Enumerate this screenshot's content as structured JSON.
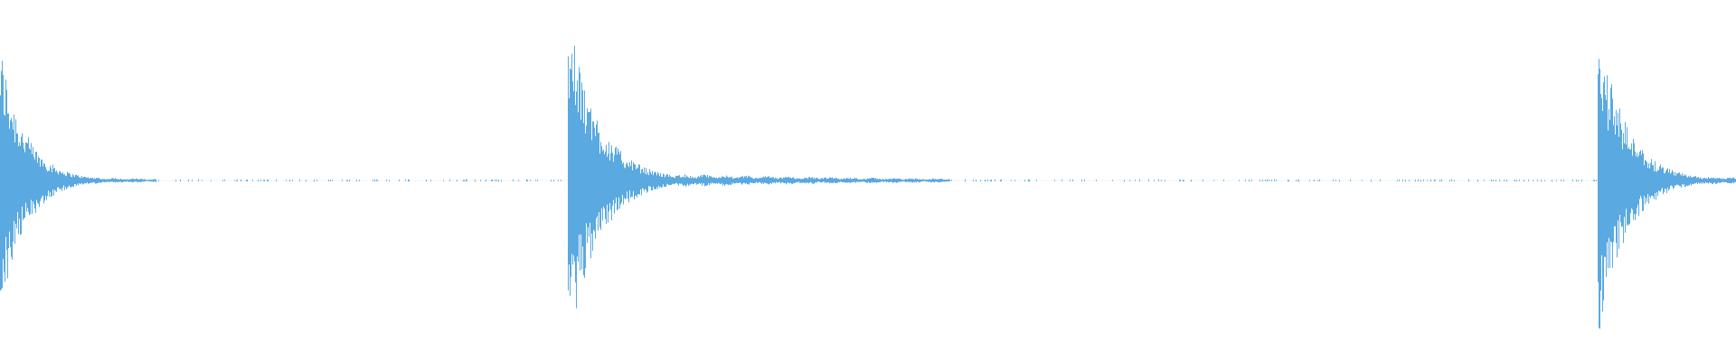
{
  "waveform": {
    "color": "#5aa9e0",
    "background": "#ffffff",
    "transients": [
      {
        "onset": 0.0,
        "peak": 0.78,
        "decay": 0.04,
        "tail": 0.05,
        "tail_len": 0.09
      },
      {
        "onset": 0.327,
        "peak": 0.95,
        "decay": 0.05,
        "tail": 0.06,
        "tail_len": 0.22
      },
      {
        "onset": 0.92,
        "peak": 0.92,
        "decay": 0.045,
        "tail": 0.09,
        "tail_len": 0.08
      }
    ],
    "noise_floor": 0.006
  }
}
